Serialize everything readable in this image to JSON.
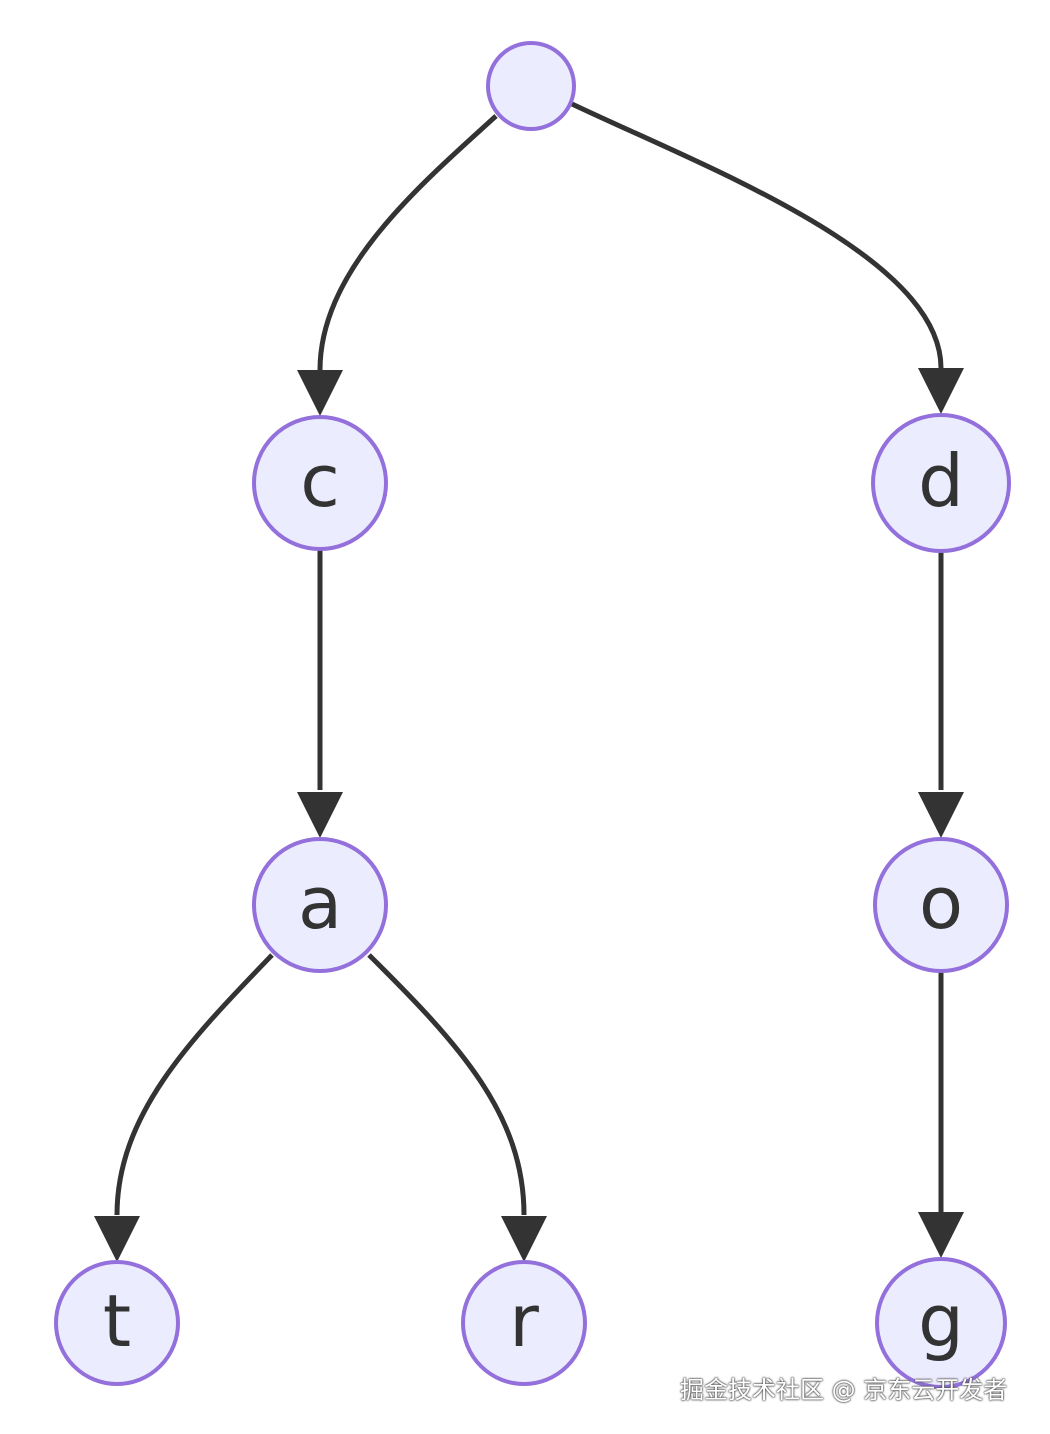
{
  "diagram": {
    "nodes": [
      {
        "id": "root",
        "label": ""
      },
      {
        "id": "c",
        "label": "c"
      },
      {
        "id": "d",
        "label": "d"
      },
      {
        "id": "a",
        "label": "a"
      },
      {
        "id": "o",
        "label": "o"
      },
      {
        "id": "t",
        "label": "t"
      },
      {
        "id": "r",
        "label": "r"
      },
      {
        "id": "g",
        "label": "g"
      }
    ],
    "edges": [
      {
        "from": "root",
        "to": "c"
      },
      {
        "from": "root",
        "to": "d"
      },
      {
        "from": "c",
        "to": "a"
      },
      {
        "from": "d",
        "to": "o"
      },
      {
        "from": "a",
        "to": "t"
      },
      {
        "from": "a",
        "to": "r"
      },
      {
        "from": "o",
        "to": "g"
      }
    ],
    "colors": {
      "node_fill": "#ECECFF",
      "node_stroke": "#9370DB",
      "edge": "#333333",
      "text": "#333333"
    }
  },
  "watermark": "掘金技术社区 @ 京东云开发者"
}
